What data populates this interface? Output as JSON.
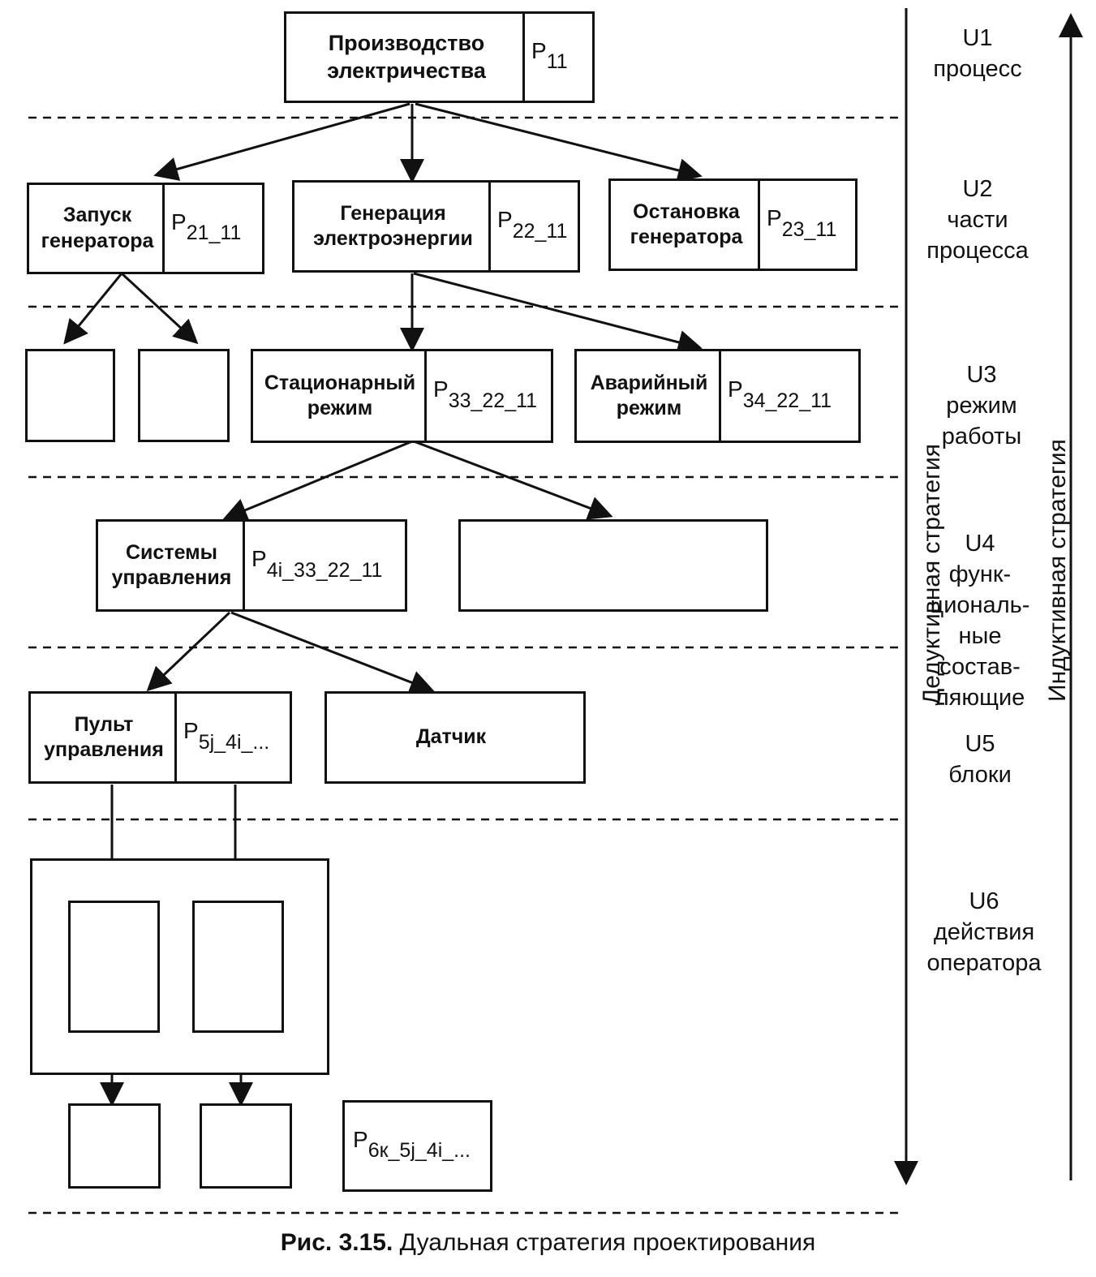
{
  "caption": {
    "number": "Рис. 3.15.",
    "text": "Дуальная стратегия проектирования"
  },
  "levels": [
    {
      "code": "U1",
      "lines": [
        "процесс"
      ]
    },
    {
      "code": "U2",
      "lines": [
        "части",
        "процесса"
      ]
    },
    {
      "code": "U3",
      "lines": [
        "режим",
        "работы"
      ]
    },
    {
      "code": "U4",
      "lines": [
        "функ-",
        "циональ-",
        "ные",
        "состав-",
        "ляющие"
      ]
    },
    {
      "code": "U5",
      "lines": [
        "блоки"
      ]
    },
    {
      "code": "U6",
      "lines": [
        "действия",
        "оператора"
      ]
    }
  ],
  "strategies": {
    "deductive": "Дедуктивная стратегия",
    "inductive": "Индуктивная стратегия"
  },
  "nodes": {
    "production": {
      "label": "Производство электричества",
      "p": "P",
      "sub": "11"
    },
    "startup": {
      "label": "Запуск генератора",
      "p": "P",
      "sub": "21_11"
    },
    "generation": {
      "label": "Генерация электроэнергии",
      "p": "P",
      "sub": "22_11"
    },
    "shutdown": {
      "label": "Остановка генератора",
      "p": "P",
      "sub": "23_11"
    },
    "stationary": {
      "label": "Стационарный режим",
      "p": "P",
      "sub": "33_22_11"
    },
    "emergency": {
      "label": "Аварийный режим",
      "p": "P",
      "sub": "34_22_11"
    },
    "control_systems": {
      "label": "Системы управления",
      "p": "P",
      "sub": "4i_33_22_11"
    },
    "control_panel": {
      "label": "Пульт управления",
      "p": "P",
      "sub": "5j_4i_..."
    },
    "sensor": {
      "label": "Датчик"
    },
    "operator_action": {
      "p": "P",
      "sub": "6к_5j_4i_..."
    }
  },
  "colors": {
    "ink": "#111111",
    "background": "#ffffff"
  }
}
